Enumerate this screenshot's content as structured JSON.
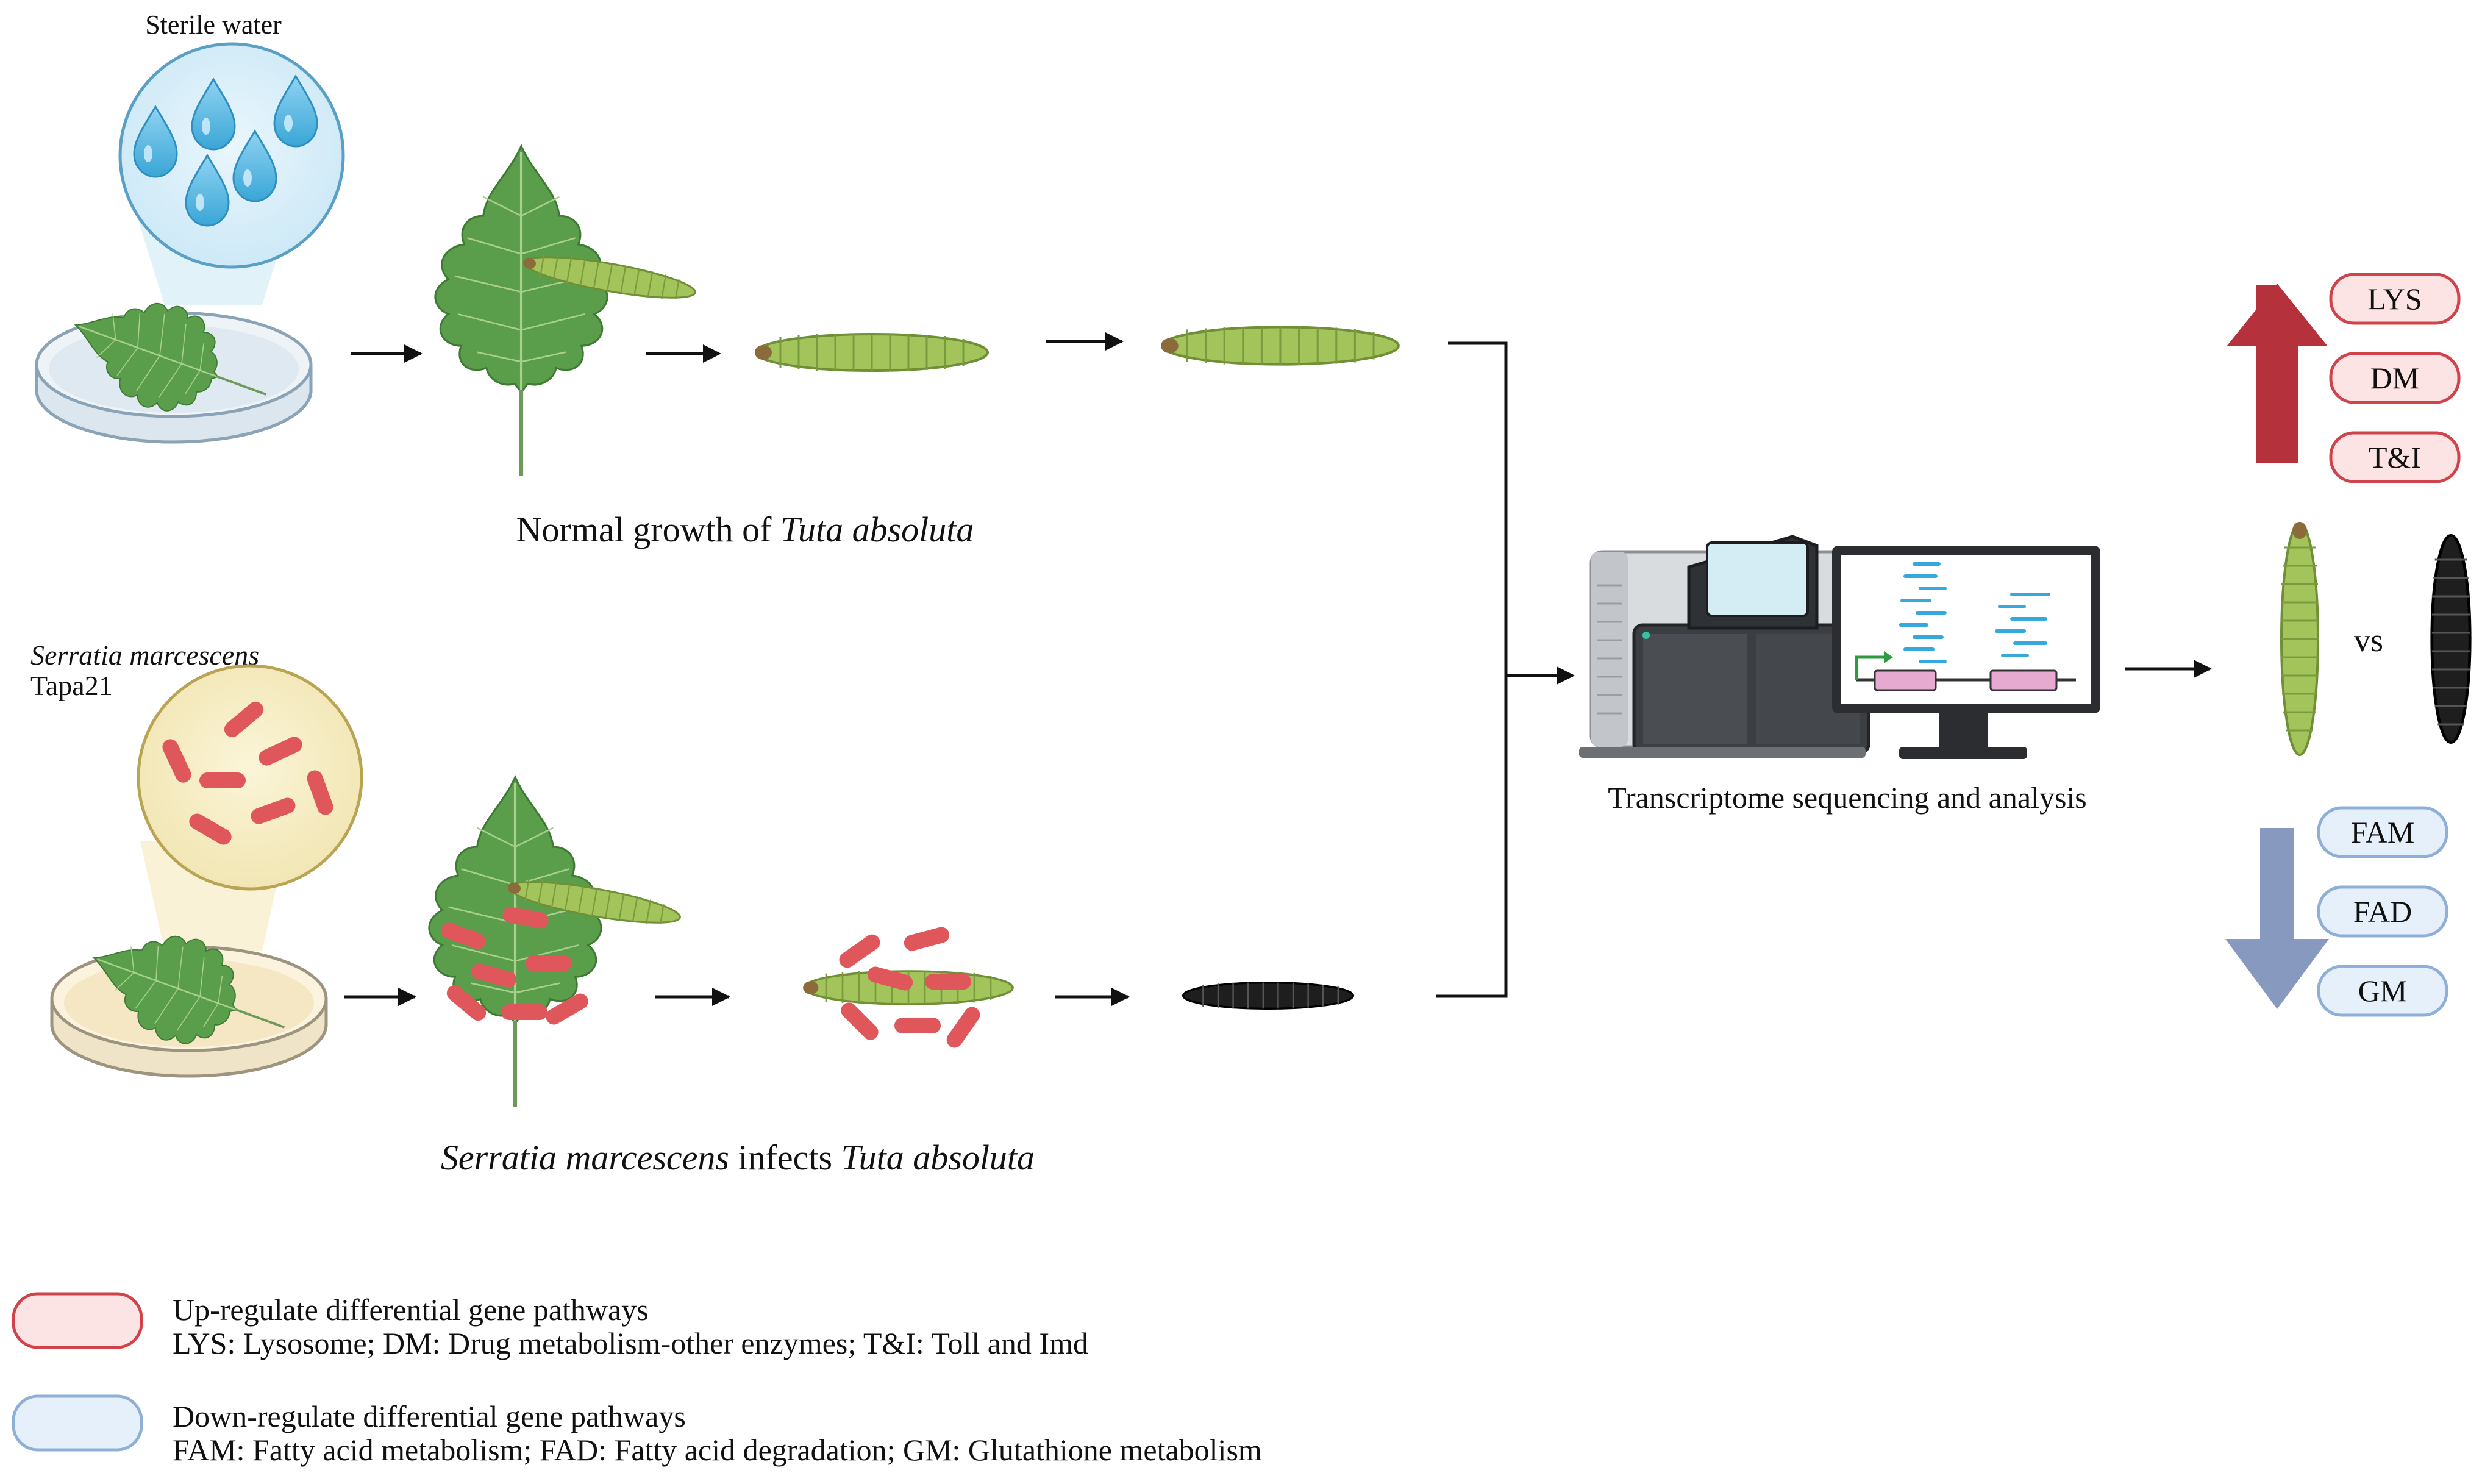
{
  "labels": {
    "sterile_water": "Sterile water",
    "normal_growth_prefix": "Normal growth of ",
    "tuta_absoluta": "Tuta absoluta",
    "serratia_marcescens": "Serratia marcescens",
    "tapa21": "Tapa21",
    "infects": " infects ",
    "transcriptome": "Transcriptome sequencing and analysis",
    "vs": "vs"
  },
  "up_pathways": [
    "LYS",
    "DM",
    "T&I"
  ],
  "down_pathways": [
    "FAM",
    "FAD",
    "GM"
  ],
  "legend": {
    "up_title": "Up-regulate differential gene pathways",
    "up_desc": "LYS: Lysosome; DM: Drug metabolism-other enzymes; T&I: Toll and Imd",
    "down_title": "Down-regulate differential gene pathways",
    "down_desc": "FAM: Fatty acid metabolism; FAD: Fatty acid degradation; GM: Glutathione metabolism"
  },
  "colors": {
    "leaf": "#5a9e4c",
    "larva_healthy": "#a3c45a",
    "larva_infected": "#1e1e1e",
    "bacteria": "#e0575b",
    "up_arrow": "#b5313c",
    "down_arrow": "#8799bf",
    "up_pill_fill": "#fde4e4",
    "up_pill_stroke": "#d0434a",
    "down_pill_fill": "#e6f0fb",
    "down_pill_stroke": "#8eb0d6",
    "water": "#4fb4de"
  },
  "icons": [
    "water-drop-icon",
    "petri-dish-icon",
    "tomato-leaf-icon",
    "larva-icon",
    "bacteria-icon",
    "sequencer-icon",
    "computer-monitor-icon"
  ]
}
